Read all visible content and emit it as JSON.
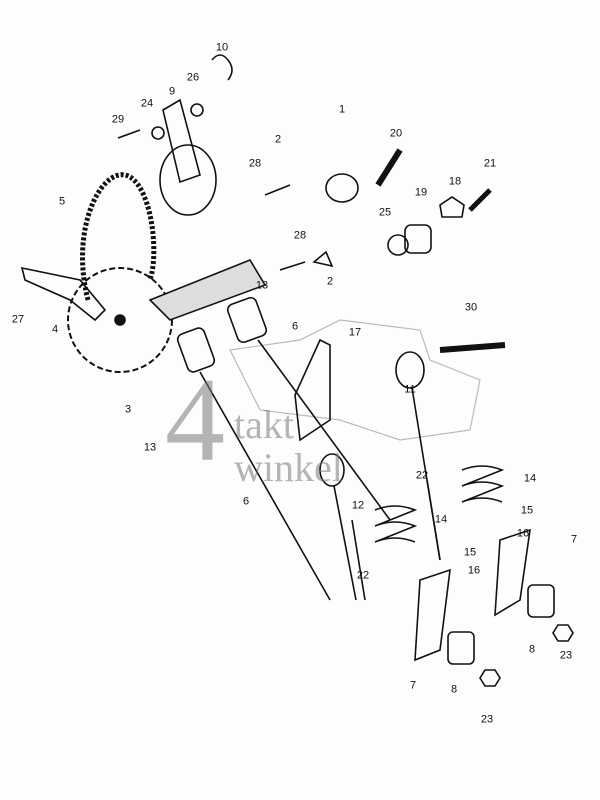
{
  "diagram": {
    "type": "exploded parts diagram",
    "part_labels": [
      "10",
      "26",
      "9",
      "24",
      "29",
      "2",
      "28",
      "1",
      "20",
      "21",
      "18",
      "19",
      "25",
      "5",
      "28",
      "2",
      "27",
      "4",
      "3",
      "13",
      "13",
      "6",
      "17",
      "30",
      "11",
      "6",
      "12",
      "22",
      "14",
      "15",
      "16",
      "7",
      "14",
      "15",
      "16",
      "22",
      "8",
      "23",
      "7",
      "8",
      "23"
    ],
    "watermark": {
      "digit": "4",
      "line1": "takt",
      "line2": "winkel"
    }
  }
}
